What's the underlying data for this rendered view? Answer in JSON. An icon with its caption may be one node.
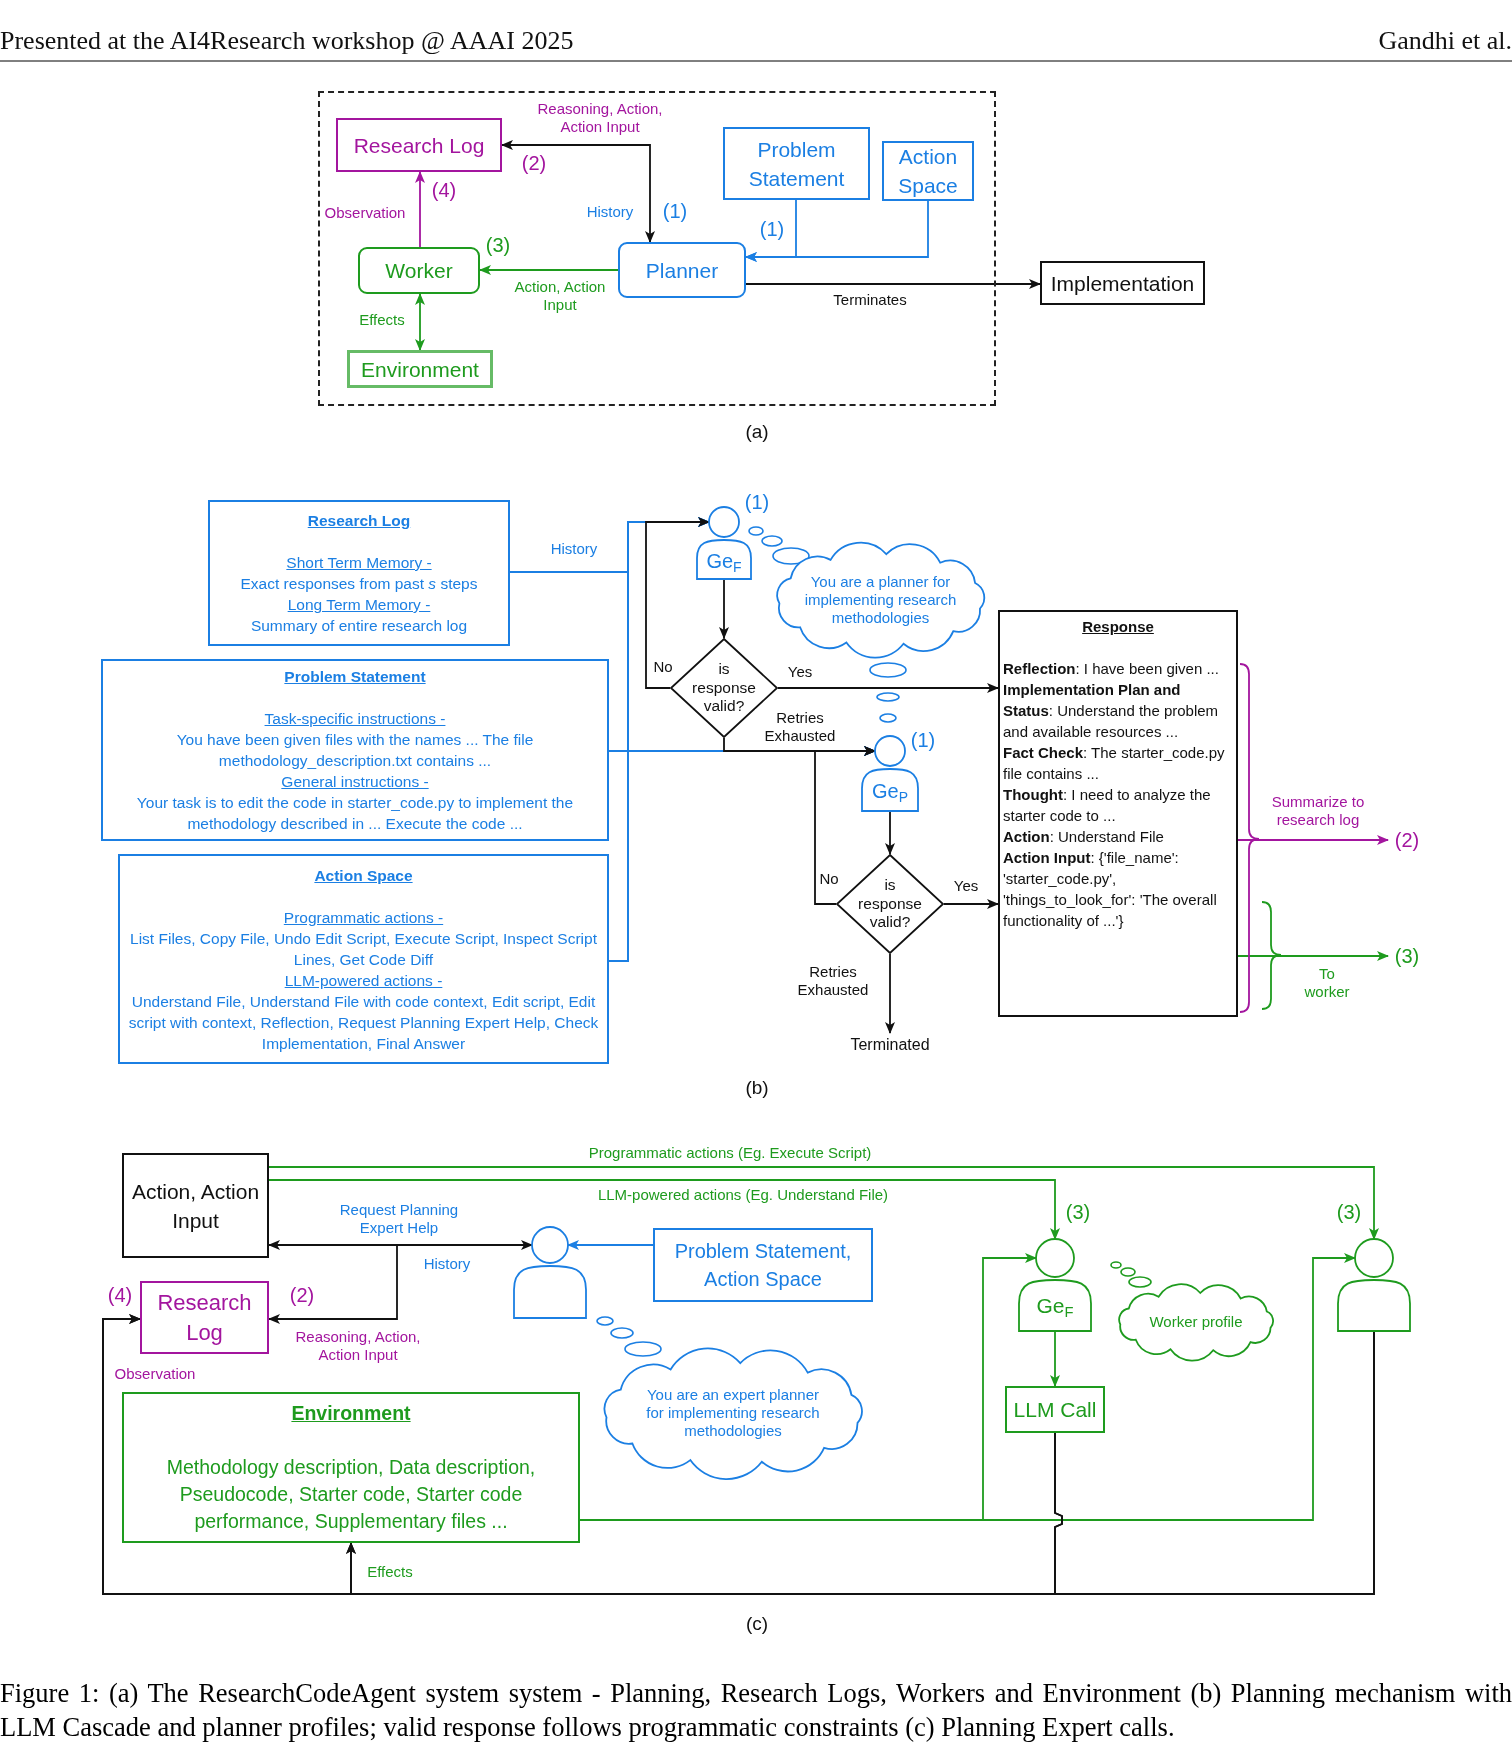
{
  "diagram": {
    "caption": "Figure 1: (a) The ResearchCodeAgent system system - Planning, Research Logs, Workers and Environment (b) Planning mechanism with LLM Cascade and planner profiles; valid response follows programmatic constraints (c) Planning Expert calls.",
    "nodes": [
      {
        "text": [],
        "shape": "box"
      },
      {
        "text": [
          "Research Log"
        ],
        "in": 0
      },
      {
        "text": [
          "Problem Statement"
        ],
        "in": 0
      },
      {
        "text": [
          "Action Space"
        ],
        "in": 0
      },
      {
        "text": [
          "Worker"
        ],
        "in": 0
      },
      {
        "text": [
          "Planner"
        ],
        "in": 0
      },
      {
        "text": [
          "Environment"
        ],
        "in": 0
      },
      {
        "text": [
          "Implementation"
        ]
      },
      {
        "text": [
          "Research Log",
          "Short Term Memory -",
          "Exact responses from past *s* steps",
          "Long Term Memory -",
          "Summary of entire research log"
        ]
      },
      {
        "text": [
          "Problem Statement",
          "Task-specific instructions -",
          "You have been given files with the names ... The file methodology_description.txt contains ...",
          "General instructions -",
          "Your task is to edit the code in starter_code.py to implement the methodology described in ... Execute the code ..."
        ]
      },
      {
        "text": [
          "Action Space",
          "Programmatic actions -",
          "List Files, Copy File, Undo Edit Script, Execute Script, Inspect Script Lines, Get Code Diff",
          "LLM-powered actions -",
          "Understand File, Understand File with code context, Edit script, Edit script with context, Reflection, Request Planning Expert Help, Check Implementation, Final Answer"
        ]
      },
      {
        "text": [
          "Ge$_{F}$"
        ]
      },
      {
        "text": [
          "You are a planner for implementing research methodologies"
        ]
      },
      {
        "text": [
          "is response valid?"
        ]
      },
      {
        "text": [
          "Response",
          "**Reflection**: I have been given ...",
          "**Implementation Plan and Status**: Understand the problem and available resources ...",
          "**Fact Check**: The starter_code.py file contains ...",
          "**Thought**: I need to analyze the starter code to ...",
          "**Action**: Understand File",
          "**Action Input**: {'file_name': 'starter_code.py', 'things_to_look_for': 'The overall functionality of ...'}"
        ]
      },
      {
        "text": [
          "Ge$_{P}$"
        ]
      },
      {
        "text": [
          "is response valid?"
        ]
      },
      {
        "text": [
          "Terminated"
        ]
      },
      {
        "text": [
          "(2)"
        ]
      },
      {
        "text": [
          "(3)"
        ]
      },
      {
        "text": [
          "Action, Action Input"
        ]
      },
      {
        "text": [
          "Research Log"
        ]
      },
      {
        "text": [],
        "shape": "person"
      },
      {
        "text": [
          "Problem Statement, Action Space"
        ]
      },
      {
        "text": [
          "You are an expert planner for implementing research methodologies"
        ]
      },
      {
        "text": [
          "Environment",
          "Methodology description, Data description, Pseudocode, Starter code, Starter code performance, Supplementary files ..."
        ]
      },
      {
        "text": [
          "Ge$_{F}$"
        ]
      },
      {
        "text": [
          "Worker profile"
        ]
      },
      {
        "text": [
          "LLM Call"
        ]
      },
      {
        "text": [],
        "shape": "person"
      }
    ],
    "edges": [
      {
        "from": 5,
        "to": 1,
        "arrow": "both",
        "label": "Reasoning, Action, Action Input"
      },
      {
        "from": 2,
        "to": 5,
        "arrow": "to",
        "color": "#1b7fe3"
      },
      {
        "from": 3,
        "to": 5,
        "arrow": "to",
        "color": "#1b7fe3"
      },
      {
        "from": 5,
        "to": 4,
        "arrow": "to",
        "label": "Action, Action Input",
        "color": "#1e9b1e"
      },
      {
        "from": 4,
        "to": 1,
        "arrow": "to",
        "label": "Observation",
        "color": "#a3159e"
      },
      {
        "from": 4,
        "to": 6,
        "arrow": "both",
        "label": "Effects",
        "color": "#1e9b1e"
      },
      {
        "from": 5,
        "to": 7,
        "arrow": "to",
        "label": "Terminates"
      },
      {
        "from": 8,
        "to": 11,
        "arrow": "to",
        "label": "History",
        "color": "#1b7fe3"
      },
      {
        "from": 9,
        "to": 11,
        "arrow": "to",
        "color": "#1b7fe3"
      },
      {
        "from": 10,
        "to": 11,
        "arrow": "to",
        "color": "#1b7fe3"
      },
      {
        "from": 8,
        "to": 15,
        "arrow": "to",
        "color": "#1b7fe3"
      },
      {
        "from": 9,
        "to": 15,
        "arrow": "to",
        "color": "#1b7fe3"
      },
      {
        "from": 10,
        "to": 15,
        "arrow": "to",
        "color": "#1b7fe3"
      },
      {
        "from": 11,
        "to": 13,
        "arrow": "to"
      },
      {
        "from": 13,
        "to": 11,
        "arrow": "to",
        "label": "No"
      },
      {
        "from": 13,
        "to": 14,
        "arrow": "to",
        "label": "Yes"
      },
      {
        "from": 13,
        "to": 15,
        "arrow": "to",
        "label": "Retries Exhausted"
      },
      {
        "from": 15,
        "to": 16,
        "arrow": "to"
      },
      {
        "from": 16,
        "to": 15,
        "arrow": "to",
        "label": "No"
      },
      {
        "from": 16,
        "to": 14,
        "arrow": "to",
        "label": "Yes"
      },
      {
        "from": 16,
        "to": 17,
        "arrow": "to",
        "label": "Retries Exhausted"
      },
      {
        "from": 14,
        "to": 18,
        "arrow": "to",
        "label": "Summarize to research log",
        "color": "#a3159e"
      },
      {
        "from": 14,
        "to": 19,
        "arrow": "to",
        "label": "To worker",
        "color": "#1e9b1e"
      },
      {
        "from": 20,
        "to": 22,
        "arrow": "both",
        "label": "Request Planning Expert Help"
      },
      {
        "from": 22,
        "to": 21,
        "arrow": "to",
        "label": "Reasoning, Action, Action Input"
      },
      {
        "from": 23,
        "to": 22,
        "arrow": "to",
        "color": "#1b7fe3"
      },
      {
        "from": 20,
        "to": 26,
        "arrow": "to",
        "label": "LLM-powered actions (Eg. Understand File)",
        "color": "#1e9b1e"
      },
      {
        "from": 20,
        "to": 29,
        "arrow": "to",
        "label": "Programmatic actions (Eg. Execute Script)",
        "color": "#1e9b1e"
      },
      {
        "from": 25,
        "to": 26,
        "arrow": "to",
        "color": "#1e9b1e"
      },
      {
        "from": 25,
        "to": 29,
        "arrow": "to",
        "color": "#1e9b1e"
      },
      {
        "from": 26,
        "to": 28,
        "arrow": "to",
        "color": "#1e9b1e"
      },
      {
        "from": 28,
        "to": 21,
        "arrow": "to",
        "label": "Observation"
      },
      {
        "from": 28,
        "to": 25,
        "arrow": "to",
        "label": "Effects"
      },
      {
        "from": 29,
        "to": 21,
        "arrow": "to"
      },
      {
        "from": 29,
        "to": 25,
        "arrow": "to"
      }
    ],
    "labels": [
      "Presented at the AI4Research workshop @ AAAI 2025",
      "Gandhi et al.",
      "(2)",
      "History",
      "(1)",
      "(4)",
      "(3)",
      "(1)",
      "(a)",
      "(1)",
      "(1)",
      "(b)",
      "(3)",
      "(3)",
      "History",
      "(4)",
      "(2)",
      "(c)"
    ]
  }
}
